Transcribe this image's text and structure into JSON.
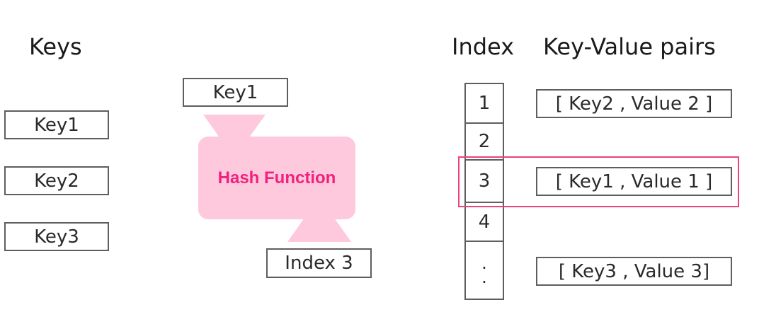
{
  "headings": {
    "keys": "Keys",
    "index": "Index",
    "pairs": "Key-Value pairs"
  },
  "keys_list": [
    "Key1",
    "Key2",
    "Key3"
  ],
  "hash": {
    "input": "Key1",
    "label": "Hash Function",
    "output": "Index 3"
  },
  "index_cells": [
    "1",
    "2",
    "3",
    "4"
  ],
  "index_dots": [
    ".",
    "."
  ],
  "pairs": [
    "[ Key2 , Value 2 ]",
    "[ Key1 , Value 1 ]",
    "[ Key3 , Value 3]"
  ],
  "colors": {
    "hash_fill": "#ffc9dd",
    "hash_text": "#f0227e",
    "highlight": "#ee3f80",
    "border": "#5e5e5e"
  }
}
